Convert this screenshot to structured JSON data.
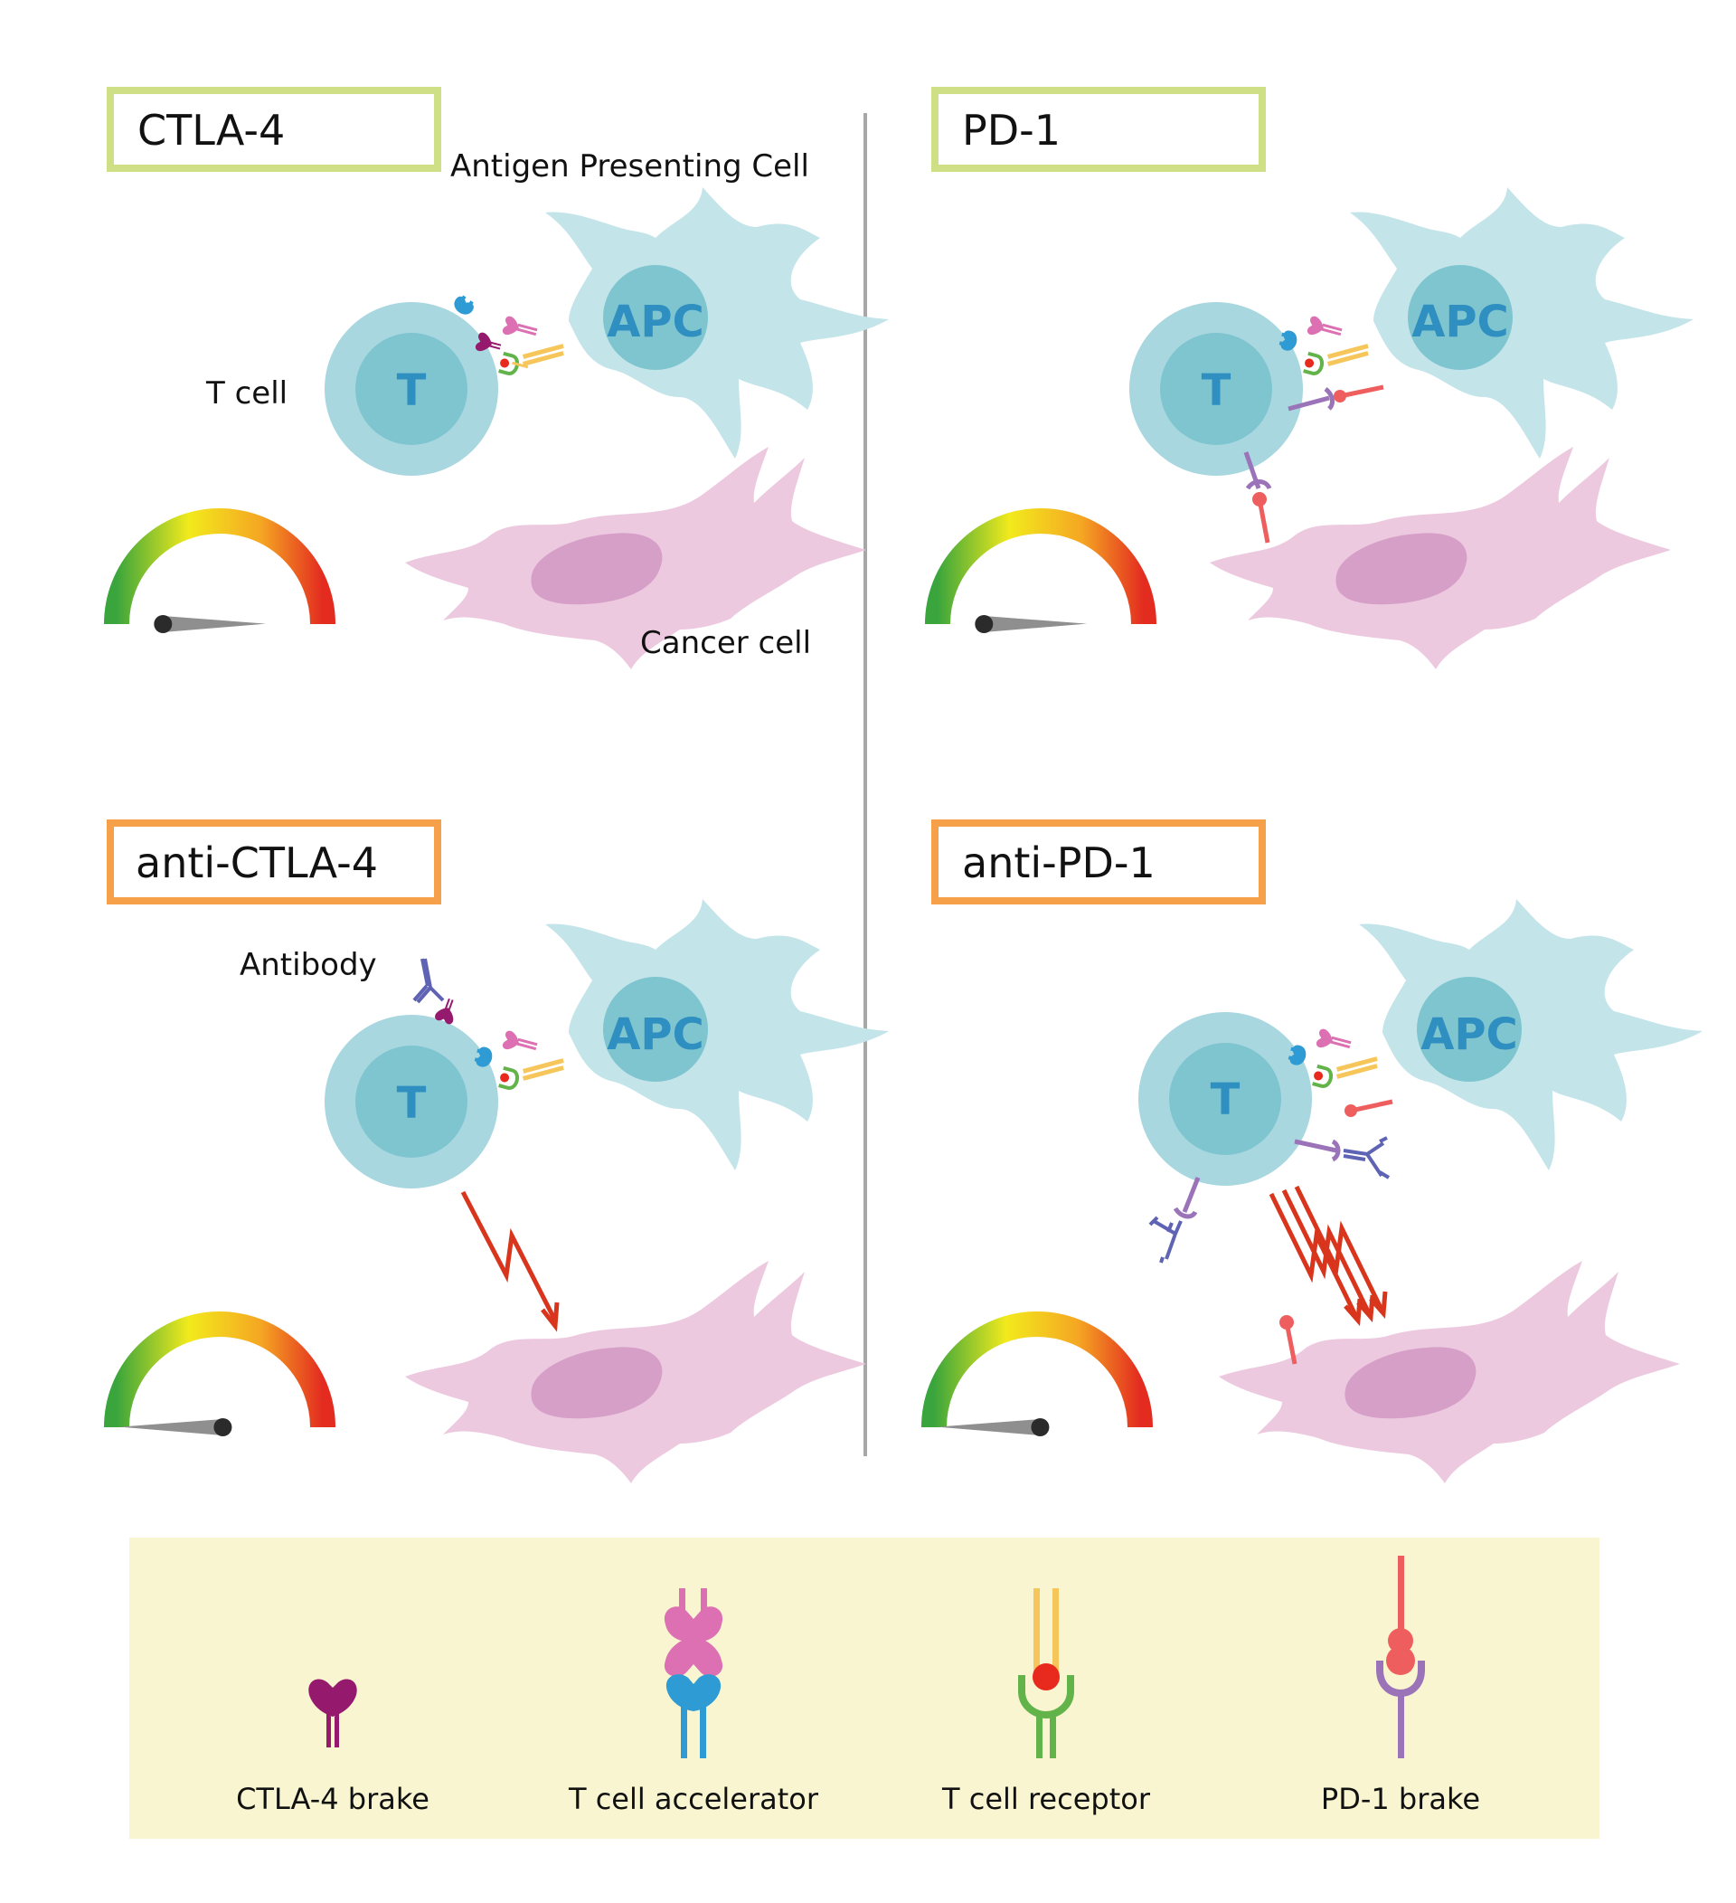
{
  "panels": {
    "ctla4": {
      "title": "CTLA-4"
    },
    "pd1": {
      "title": "PD-1"
    },
    "anti_ctla4": {
      "title": "anti-CTLA-4"
    },
    "anti_pd1": {
      "title": "anti-PD-1"
    }
  },
  "labels": {
    "apc_caption": "Antigen Presenting Cell",
    "tcell_caption": "T cell",
    "cancer_caption": "Cancer cell",
    "antibody_caption": "Antibody",
    "t_letter": "T",
    "apc_letter": "APC"
  },
  "legend": {
    "ctla4_brake": "CTLA-4 brake",
    "accelerator": "T cell accelerator",
    "receptor": "T cell receptor",
    "pd1_brake": "PD-1 brake"
  },
  "colors": {
    "title_frame_inactive": "#cfdf86",
    "title_frame_active": "#f6a04a",
    "apc": "#c3e4e9",
    "apc_nucleus": "#7fc5cf",
    "t_cell": "#a8d7df",
    "t_nucleus": "#7fc5cf",
    "cell_letter": "#2f8fc0",
    "cancer": "#edc9e0",
    "cancer_nucleus": "#d69fc8",
    "ctla4_brake": "#951a6e",
    "accelerator_pink": "#dd70b2",
    "accelerator_blue": "#2f9bd4",
    "tcr_green": "#63b34b",
    "tcr_yellow": "#f7c65a",
    "tcr_dot": "#e8291d",
    "pd1_purple": "#9a73b9",
    "pdl1_red": "#ef5e5e",
    "antibody": "#5f63b3",
    "lightning": "#d8351c",
    "legend_bg": "#f8f5d0"
  },
  "gauges": {
    "ctla4": {
      "level": 0.98
    },
    "pd1": {
      "level": 0.98
    },
    "anti_ctla4": {
      "level": 0.02
    },
    "anti_pd1": {
      "level": 0.02
    }
  }
}
